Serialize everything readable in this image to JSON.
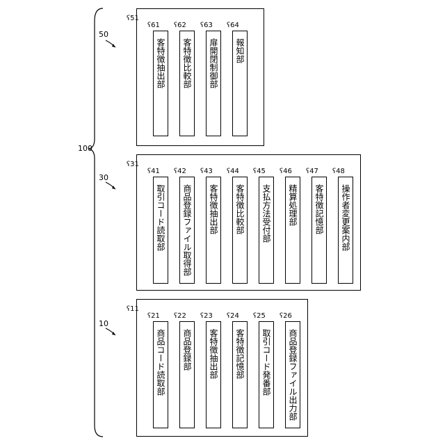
{
  "system_label": "100",
  "groups": [
    {
      "id": "50",
      "frame_ref": "51",
      "units": [
        {
          "ref": "61",
          "name": "客特徴抽出部"
        },
        {
          "ref": "62",
          "name": "客特徴比較部"
        },
        {
          "ref": "63",
          "name": "扉開閉制御部"
        },
        {
          "ref": "64",
          "name": "報知部"
        }
      ]
    },
    {
      "id": "30",
      "frame_ref": "31",
      "units": [
        {
          "ref": "41",
          "name": "取引コード読取部"
        },
        {
          "ref": "42",
          "name": "商品登録ファイル取得部"
        },
        {
          "ref": "43",
          "name": "客特徴抽出部"
        },
        {
          "ref": "44",
          "name": "客特徴比較部"
        },
        {
          "ref": "45",
          "name": "支払方法受付部"
        },
        {
          "ref": "46",
          "name": "精算処理部"
        },
        {
          "ref": "47",
          "name": "客特徴記憶部"
        },
        {
          "ref": "48",
          "name": "操作者変更案内部"
        }
      ]
    },
    {
      "id": "10",
      "frame_ref": "11",
      "units": [
        {
          "ref": "21",
          "name": "商品コード読取部"
        },
        {
          "ref": "22",
          "name": "商品登録部"
        },
        {
          "ref": "23",
          "name": "客特徴抽出部"
        },
        {
          "ref": "24",
          "name": "客特徴記憶部"
        },
        {
          "ref": "25",
          "name": "取引コード発番部"
        },
        {
          "ref": "26",
          "name": "商品登録ファイル出力部"
        }
      ]
    }
  ]
}
